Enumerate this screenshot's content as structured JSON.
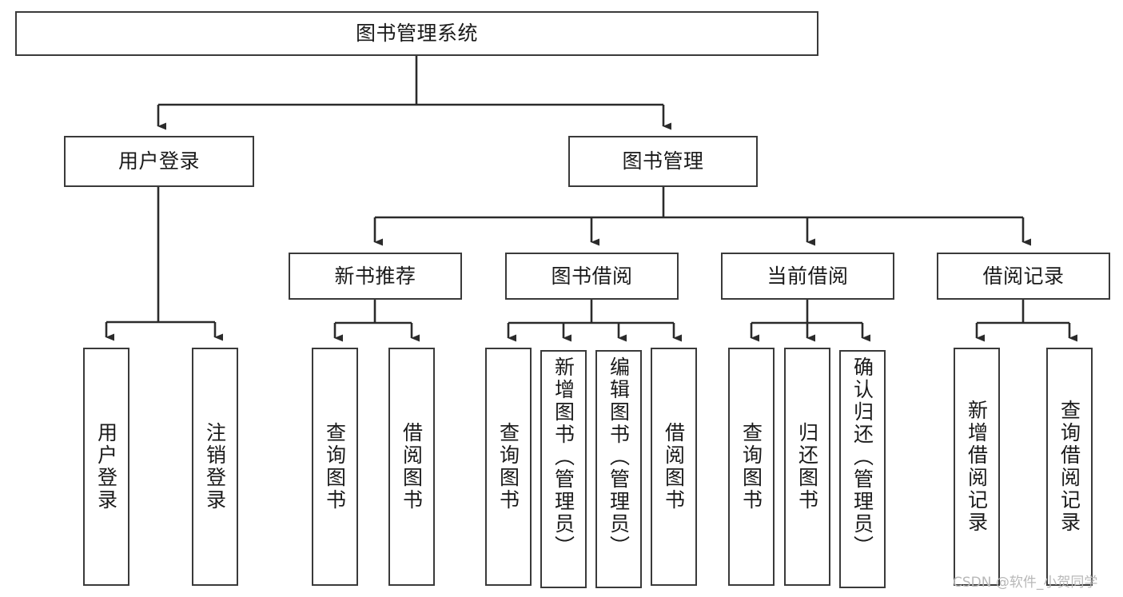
{
  "diagram": {
    "type": "tree-hierarchy-chart",
    "title": "图书管理系统",
    "colors": {
      "box_border": "#3a3a3a",
      "box_fill": "#ffffff",
      "connector": "#2b2b2b",
      "text": "#1a1a1a",
      "watermark": "#b8b8b8",
      "background": "#ffffff"
    },
    "nodes": {
      "root": {
        "label": "图书管理系统",
        "orientation": "horizontal"
      },
      "level1": [
        {
          "id": "user-login",
          "label": "用户登录",
          "orientation": "horizontal"
        },
        {
          "id": "book-management",
          "label": "图书管理",
          "orientation": "horizontal"
        }
      ],
      "level2": [
        {
          "id": "new-book-recommend",
          "label": "新书推荐",
          "orientation": "horizontal"
        },
        {
          "id": "book-borrow",
          "label": "图书借阅",
          "orientation": "horizontal"
        },
        {
          "id": "current-borrow",
          "label": "当前借阅",
          "orientation": "horizontal"
        },
        {
          "id": "borrow-record",
          "label": "借阅记录",
          "orientation": "horizontal"
        }
      ],
      "leaves": [
        {
          "id": "leaf-user-login",
          "label": "用户登录",
          "parent": "user-login",
          "orientation": "vertical"
        },
        {
          "id": "leaf-user-logout",
          "label": "注销登录",
          "parent": "user-login",
          "orientation": "vertical"
        },
        {
          "id": "leaf-query-book-1",
          "label": "查询图书",
          "parent": "new-book-recommend",
          "orientation": "vertical"
        },
        {
          "id": "leaf-borrow-book-1",
          "label": "借阅图书",
          "parent": "new-book-recommend",
          "orientation": "vertical"
        },
        {
          "id": "leaf-query-book-2",
          "label": "查询图书",
          "parent": "book-borrow",
          "orientation": "vertical"
        },
        {
          "id": "leaf-add-book",
          "label": "新增图书（管理员）",
          "parent": "book-borrow",
          "orientation": "vertical"
        },
        {
          "id": "leaf-edit-book",
          "label": "编辑图书（管理员）",
          "parent": "book-borrow",
          "orientation": "vertical"
        },
        {
          "id": "leaf-borrow-book-2",
          "label": "借阅图书",
          "parent": "book-borrow",
          "orientation": "vertical"
        },
        {
          "id": "leaf-query-book-3",
          "label": "查询图书",
          "parent": "current-borrow",
          "orientation": "vertical"
        },
        {
          "id": "leaf-return-book",
          "label": "归还图书",
          "parent": "current-borrow",
          "orientation": "vertical"
        },
        {
          "id": "leaf-confirm-return",
          "label": "确认归还（管理员）",
          "parent": "current-borrow",
          "orientation": "vertical"
        },
        {
          "id": "leaf-add-record",
          "label": "新增借阅记录",
          "parent": "borrow-record",
          "orientation": "vertical"
        },
        {
          "id": "leaf-query-record",
          "label": "查询借阅记录",
          "parent": "borrow-record",
          "orientation": "vertical"
        }
      ]
    },
    "watermark": "CSDN @软件_小贺同学"
  }
}
